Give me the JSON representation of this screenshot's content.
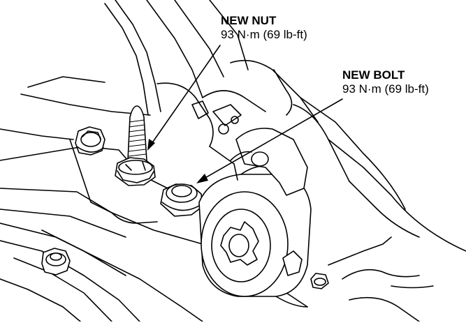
{
  "callouts": [
    {
      "id": "nut",
      "title": "NEW NUT",
      "spec": "93 N·m (69 lb-ft)"
    },
    {
      "id": "bolt",
      "title": "NEW BOLT",
      "spec": "93 N·m (69 lb-ft)"
    }
  ]
}
